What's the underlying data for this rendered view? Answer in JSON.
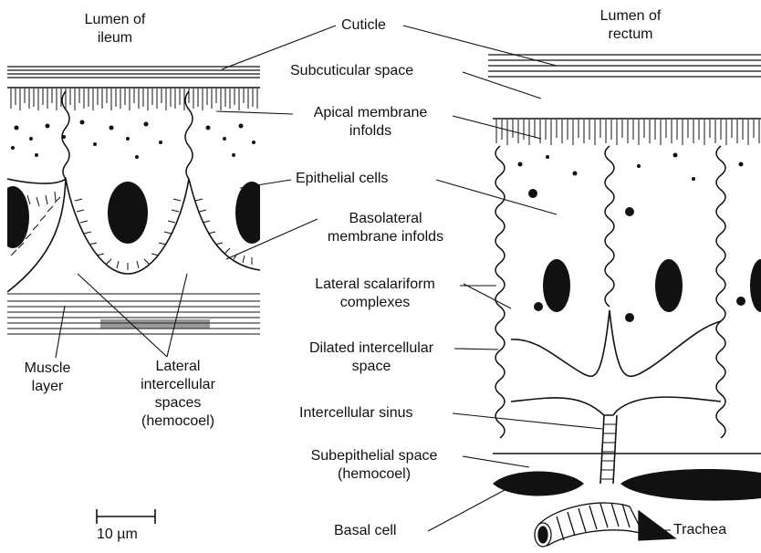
{
  "labels": {
    "lumen_ileum_1": "Lumen of",
    "lumen_ileum_2": "ileum",
    "lumen_rectum_1": "Lumen of",
    "lumen_rectum_2": "rectum",
    "cuticle": "Cuticle",
    "subcuticular_space": "Subcuticular space",
    "apical_1": "Apical membrane",
    "apical_2": "infolds",
    "epithelial_cells": "Epithelial cells",
    "basolateral_1": "Basolateral",
    "basolateral_2": "membrane infolds",
    "lateral_scal_1": "Lateral scalariform",
    "lateral_scal_2": "complexes",
    "dilated_1": "Dilated intercellular",
    "dilated_2": "space",
    "intercellular_sinus": "Intercellular sinus",
    "subepi_1": "Subepithelial space",
    "subepi_2": "(hemocoel)",
    "basal_cell": "Basal cell",
    "trachea": "Trachea",
    "muscle_1": "Muscle",
    "muscle_2": "layer",
    "lateral_ic_1": "Lateral",
    "lateral_ic_2": "intercellular",
    "lateral_ic_3": "spaces",
    "lateral_ic_4": "(hemocoel)",
    "scale_bar": "10 µm"
  }
}
